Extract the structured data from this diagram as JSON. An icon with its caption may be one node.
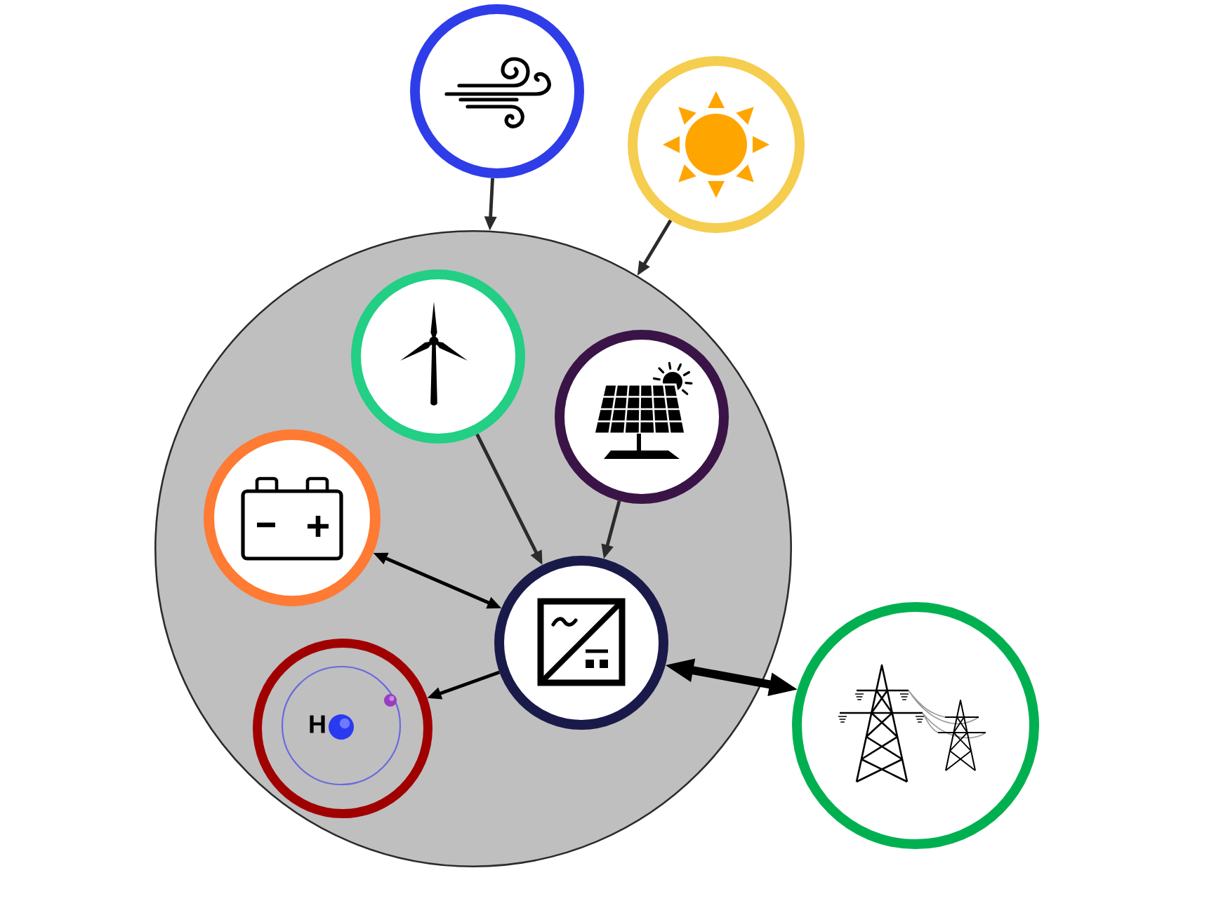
{
  "diagram": {
    "nodes": [
      {
        "text": [],
        "shape": "picture"
      },
      {
        "text": [],
        "shape": "picture"
      },
      {
        "text": [],
        "shape": "circle"
      },
      {
        "text": [],
        "shape": "picture",
        "in": 2
      },
      {
        "text": [],
        "shape": "picture",
        "in": 2
      },
      {
        "text": [],
        "shape": "picture",
        "in": 2
      },
      {
        "text": [],
        "shape": "picture",
        "in": 2
      },
      {
        "text": [
          "H"
        ],
        "in": 2
      },
      {
        "text": [],
        "shape": "picture"
      }
    ],
    "edges": [
      {
        "from": 0,
        "to": 2,
        "arrow": "to"
      },
      {
        "from": 1,
        "to": 2,
        "arrow": "to"
      },
      {
        "from": 3,
        "to": 6,
        "arrow": "to"
      },
      {
        "from": 4,
        "to": 6,
        "arrow": "to"
      },
      {
        "from": 5,
        "to": 6,
        "arrow": "both",
        "color": "#000000"
      },
      {
        "from": 6,
        "to": 7,
        "arrow": "to",
        "color": "#000000"
      },
      {
        "from": 6,
        "to": 8,
        "arrow": "both",
        "style": "thick",
        "color": "#000000"
      }
    ]
  }
}
